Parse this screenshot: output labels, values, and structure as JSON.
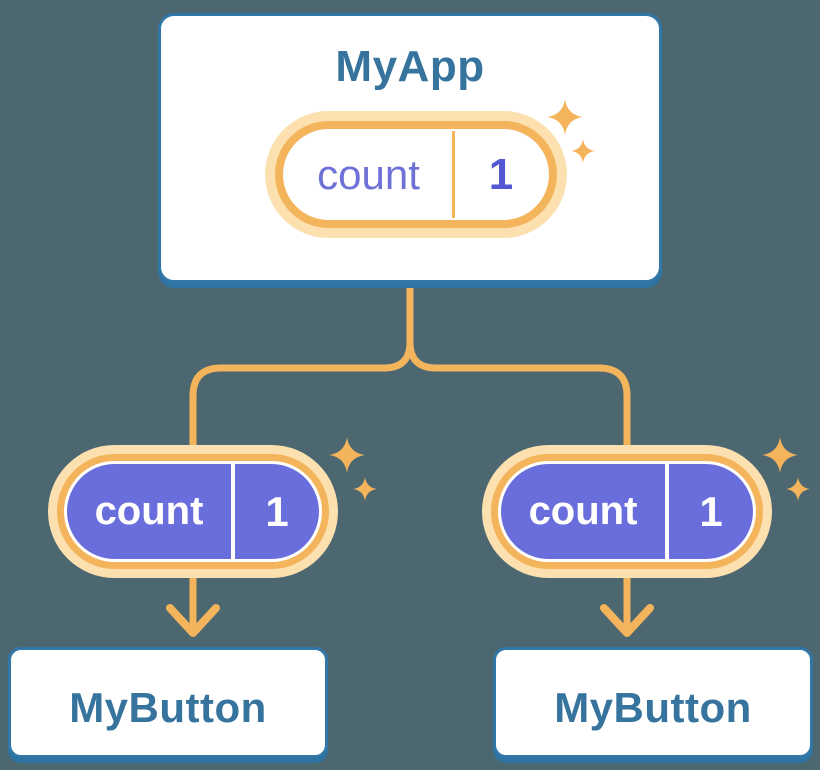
{
  "page": {
    "background": "#4D6771"
  },
  "colors": {
    "card_border": "#3177A7",
    "card_shadow": "#2E73A1",
    "card_bg": "#FFFFFF",
    "heading_text": "#36749E",
    "connector_orange": "#F4B45C",
    "halo_peach": "#FCE0AF",
    "pill_purple": "#6A6EDC",
    "state_label_text": "#6E71D6",
    "state_value_text": "#5457D2",
    "pill_text_white": "#FFFFFF"
  },
  "icons": {
    "sparkle": "sparkle-icon (four-point star, large + small)"
  },
  "diagram": {
    "root": {
      "title": "MyApp",
      "state_pill": {
        "label": "count",
        "value": "1"
      }
    },
    "children": [
      {
        "title": "MyButton",
        "prop_pill": {
          "label": "count",
          "value": "1"
        }
      },
      {
        "title": "MyButton",
        "prop_pill": {
          "label": "count",
          "value": "1"
        }
      }
    ]
  }
}
